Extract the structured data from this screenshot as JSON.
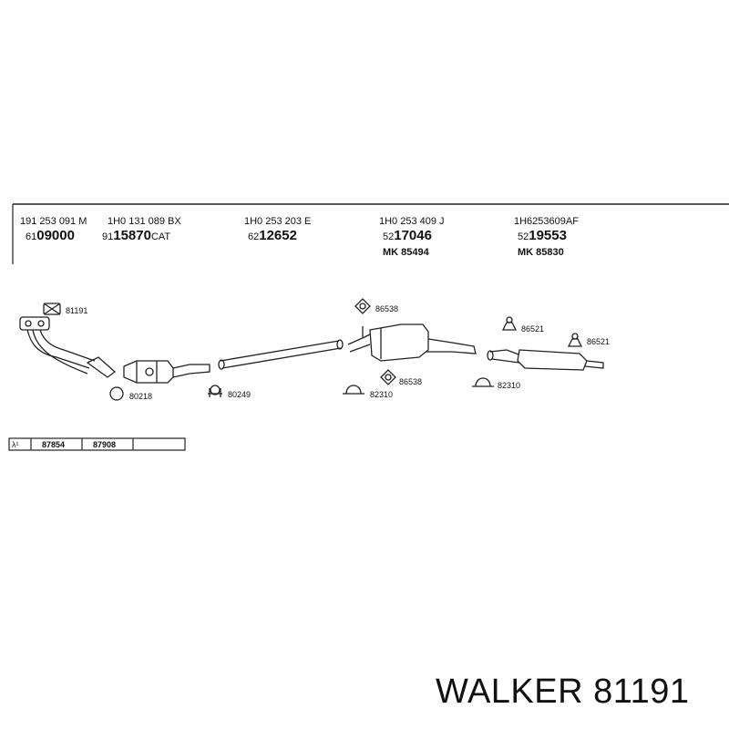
{
  "header_columns": [
    {
      "oe": "191 253 091 M",
      "walker_prefix": "61",
      "walker_main": "09000",
      "walker_suffix": "",
      "mk": ""
    },
    {
      "oe": "1H0 131 089 BX",
      "walker_prefix": "91",
      "walker_main": "15870",
      "walker_suffix": "CAT",
      "mk": ""
    },
    {
      "oe": "1H0 253 203 E",
      "walker_prefix": "62",
      "walker_main": "12652",
      "walker_suffix": "",
      "mk": ""
    },
    {
      "oe": "1H0 253 409 J",
      "walker_prefix": "52",
      "walker_main": "17046",
      "walker_suffix": "",
      "mk": "MK 85494"
    },
    {
      "oe": "1H6253609AF",
      "walker_prefix": "52",
      "walker_main": "19553",
      "walker_suffix": "",
      "mk": "MK 85830"
    }
  ],
  "part_labels": {
    "gasket_top": "81191",
    "ring_front": "80218",
    "clamp_mid": "80249",
    "mount_a": "86538",
    "mount_b": "86538",
    "clamp_a": "82310",
    "clamp_b": "82310",
    "hanger_a": "86521",
    "hanger_b": "86521"
  },
  "lambda_row": {
    "symbol": "λ¹",
    "cells": [
      "87854",
      "87908"
    ]
  },
  "brand": "WALKER 81191"
}
